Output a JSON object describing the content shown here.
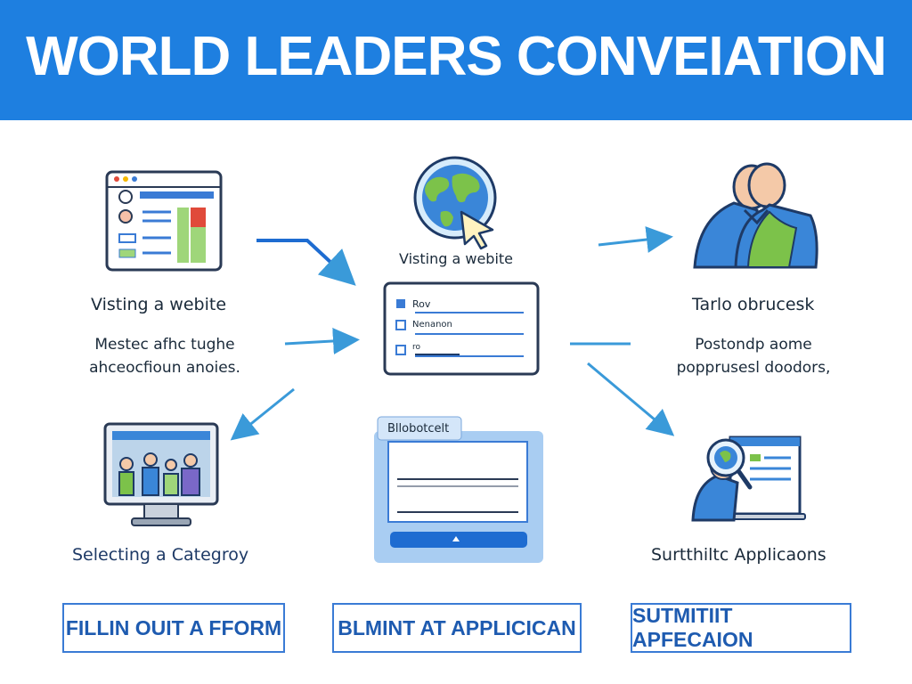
{
  "title": "WORLD LEADERS CONVEIATION",
  "steps": {
    "browser_caption": "Visting a webite",
    "browser_desc_1": "Mestec afhc tughe",
    "browser_desc_2": "ahceocfioun anoies.",
    "globe_caption": "Visting a webite",
    "form_row_1": "Rov",
    "form_row_2": "Nenanon",
    "form_row_3": "ro",
    "people_caption": "Tarlo obrucesk",
    "people_desc_1": "Postondp aome",
    "people_desc_2": "popprusesl doodors,",
    "monitor_caption": "Selecting a Categroy",
    "panel_tab": "Bllobotcelt",
    "laptop_caption": "Surtthiltc Applicaons"
  },
  "buttons": {
    "fill_form": "FILLIN OUIT A FFORM",
    "submit_application": "BLMINT AT APPLICICAN",
    "submit_apfecation": "SUTMITIIT APFECAION"
  },
  "colors": {
    "banner": "#1e7fe0",
    "accent": "#3a7bd5",
    "green": "#7cc24a"
  }
}
